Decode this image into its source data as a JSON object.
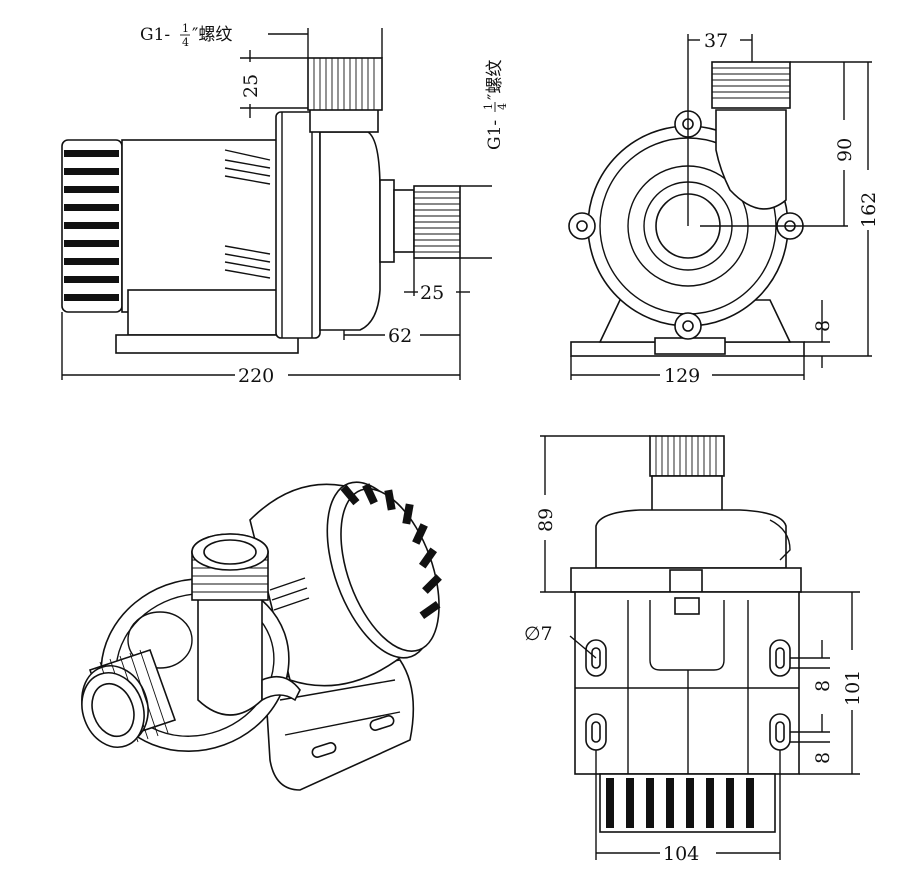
{
  "thread_spec": {
    "prefix": "G1-",
    "numerator": "1",
    "denominator": "4",
    "suffix": "″螺纹"
  },
  "dimensions": {
    "side_view": {
      "total_length": "220",
      "outlet_thread_height": "25",
      "inlet_thread_length": "25",
      "inlet_offset": "62"
    },
    "front_view": {
      "outlet_offset": "37",
      "outlet_center_height": "90",
      "total_height": "162",
      "base_thickness": "8",
      "base_width": "129"
    },
    "bottom_view": {
      "height_to_base": "89",
      "hole_diameter": "∅7",
      "slot_offset_top": "8",
      "slot_offset_bottom": "8",
      "hole_spacing_vertical": "101",
      "hole_spacing_horizontal": "104"
    }
  }
}
